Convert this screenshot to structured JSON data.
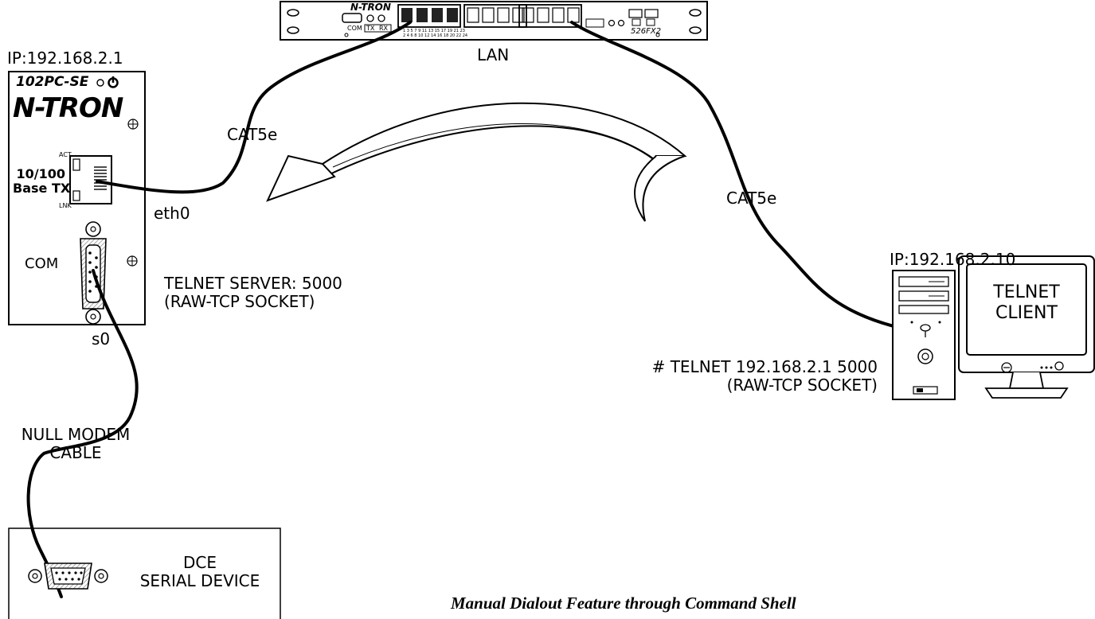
{
  "switch": {
    "label": "LAN",
    "brand": "N-TRON",
    "model": "526FX2",
    "com_label": "COM",
    "tx_label": "TX",
    "rx_label": "RX"
  },
  "server": {
    "ip": "IP:192.168.2.1",
    "model": "102PC-SE",
    "brand": "N-TRON",
    "act_label": "ACT",
    "lnk_label": "LNK",
    "port_label": "10/100\nBase TX",
    "com_label": "COM",
    "eth_label": "eth0",
    "serial_label": "s0",
    "telnet_server": "TELNET SERVER: 5000\n(RAW-TCP SOCKET)"
  },
  "client": {
    "ip": "IP:192.168.2.10",
    "screen_text": "TELNET\nCLIENT",
    "command": "# TELNET 192.168.2.1 5000\n(RAW-TCP SOCKET)"
  },
  "cables": {
    "left": "CAT5e",
    "right": "CAT5e",
    "null_modem": "NULL MODEM\nCABLE"
  },
  "dce": {
    "label": "DCE\nSERIAL DEVICE"
  },
  "caption": "Manual Dialout Feature through Command Shell",
  "colors": {
    "line": "#000000",
    "background": "#ffffff",
    "hatch": "#9a9a9a"
  }
}
